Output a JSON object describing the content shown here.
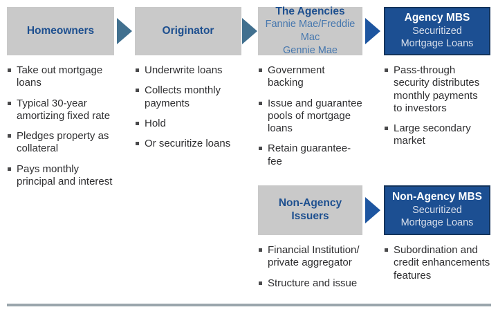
{
  "diagram": {
    "row1": {
      "homeowners": {
        "title": "Homeowners",
        "bullets": [
          "Take out mortgage loans",
          "Typical 30-year amortizing fixed rate",
          "Pledges property as collateral",
          "Pays monthly principal and interest"
        ]
      },
      "originator": {
        "title": "Originator",
        "bullets": [
          "Underwrite loans",
          "Collects monthly payments",
          "Hold",
          "Or securitize loans"
        ]
      },
      "agencies": {
        "title": "The Agencies",
        "subtitle_line1": "Fannie Mae/Freddie Mac",
        "subtitle_line2": "Gennie Mae",
        "bullets": [
          "Government backing",
          "Issue and guarantee pools of mortgage loans",
          "Retain guarantee-fee"
        ]
      },
      "agency_mbs": {
        "title": "Agency MBS",
        "subtitle_line1": "Securitized",
        "subtitle_line2": "Mortgage Loans",
        "bullets": [
          "Pass-through security distributes monthly payments to investors",
          "Large secondary market"
        ]
      }
    },
    "row2": {
      "non_agency_issuers": {
        "title_line1": "Non-Agency",
        "title_line2": "Issuers",
        "bullets": [
          "Financial Institution/ private aggregator",
          "Structure and issue"
        ]
      },
      "non_agency_mbs": {
        "title": "Non-Agency MBS",
        "subtitle_line1": "Securitized",
        "subtitle_line2": "Mortgage Loans",
        "bullets": [
          "Subordination and credit enhancements features"
        ]
      }
    }
  },
  "colors": {
    "gray_box_fill": "#c9c9c9",
    "blue_box_fill": "#1c4f92",
    "blue_box_border": "#14345c",
    "gray_box_title_text": "#1d4f8f",
    "gray_box_subtitle_text": "#4677ae",
    "blue_box_subtitle_text": "#d8dfeb",
    "arrow_steel_blue": "#41708f",
    "arrow_bright_blue": "#1d55a0",
    "bullet_text": "#2f2f31",
    "bottom_rule": "#9aa6ac"
  }
}
